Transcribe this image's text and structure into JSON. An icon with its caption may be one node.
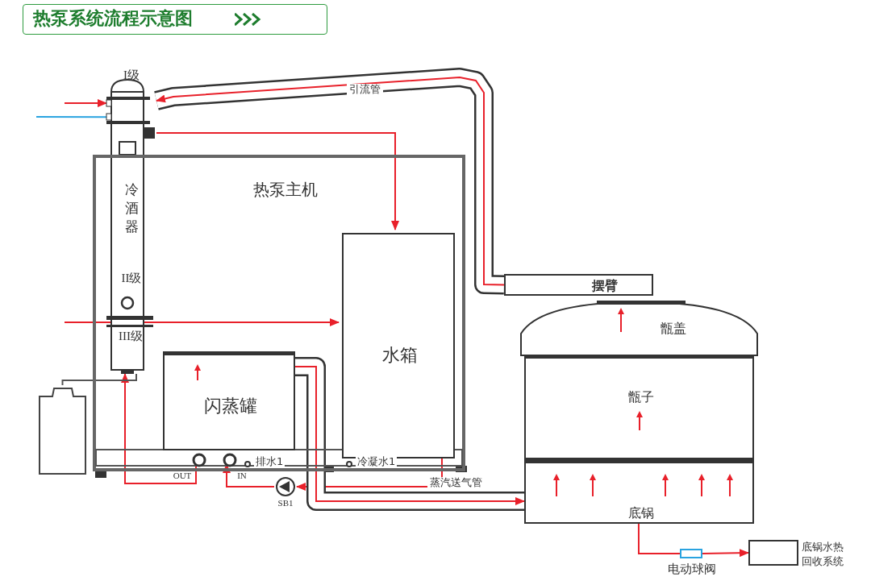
{
  "diagram": {
    "title": "热泵系统流程示意图",
    "nodes": [
      {
        "text": [
          "I级",
          "冷酒器",
          "II级",
          "III级"
        ]
      },
      {
        "text": [
          "热泵主机"
        ]
      },
      {
        "text": [
          "闪蒸罐"
        ],
        "in": 1
      },
      {
        "text": [
          "水箱"
        ],
        "in": 1
      },
      {
        "text": [],
        "shape": "circle",
        "beside": [
          "OUT"
        ],
        "in": 1
      },
      {
        "text": [],
        "shape": "circle",
        "beside": [
          "IN"
        ],
        "in": 1
      },
      {
        "text": [
          "SB1"
        ]
      },
      {
        "text": [],
        "shape": "box"
      },
      {
        "text": [
          "摆臂"
        ]
      },
      {
        "text": [
          "甑盖"
        ]
      },
      {
        "text": [
          "甑子"
        ]
      },
      {
        "text": [
          "底锅"
        ]
      },
      {
        "text": [],
        "shape": "box",
        "beside": [
          "电动球阀"
        ]
      },
      {
        "text": [
          "底锅水热回收系统"
        ]
      }
    ],
    "edges": [
      {
        "from": 8,
        "to": 0,
        "arrow": "to",
        "label": "引流管"
      },
      {
        "from": null,
        "to": 0,
        "arrow": "to"
      },
      {
        "from": null,
        "to": 0,
        "arrow": "none",
        "color": "#29a3e0"
      },
      {
        "from": 0,
        "to": 3,
        "arrow": "to"
      },
      {
        "from": null,
        "to": 3,
        "arrow": "to"
      },
      {
        "from": 3,
        "to": 6,
        "arrow": "to"
      },
      {
        "from": 6,
        "to": 5,
        "arrow": "to"
      },
      {
        "from": 4,
        "to": 0,
        "arrow": "to"
      },
      {
        "from": 0,
        "to": 7,
        "arrow": "none",
        "color": "#555555"
      },
      {
        "from": 2,
        "to": 11,
        "arrow": "to",
        "label": "蒸汽送气管"
      },
      {
        "from": 11,
        "to": 12,
        "arrow": "none"
      },
      {
        "from": 12,
        "to": 13,
        "arrow": "to"
      }
    ],
    "labels": [
      "排水1",
      "冷凝水1"
    ]
  }
}
